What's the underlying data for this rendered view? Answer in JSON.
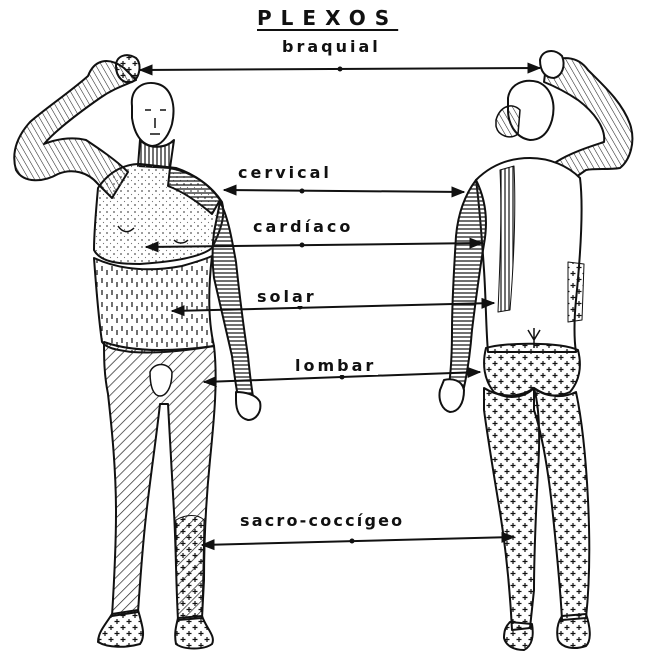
{
  "title": "PLEXOS",
  "plexuses": [
    {
      "id": "braquial",
      "label": "braquial"
    },
    {
      "id": "cervical",
      "label": "cervical"
    },
    {
      "id": "cardiaco",
      "label": "cardíaco"
    },
    {
      "id": "solar",
      "label": "solar"
    },
    {
      "id": "lombar",
      "label": "lombar"
    },
    {
      "id": "sacro",
      "label": "sacro-coccígeo"
    }
  ],
  "colors": {
    "ink": "#111111",
    "paper": "#ffffff",
    "skin_dots": "#555555"
  }
}
